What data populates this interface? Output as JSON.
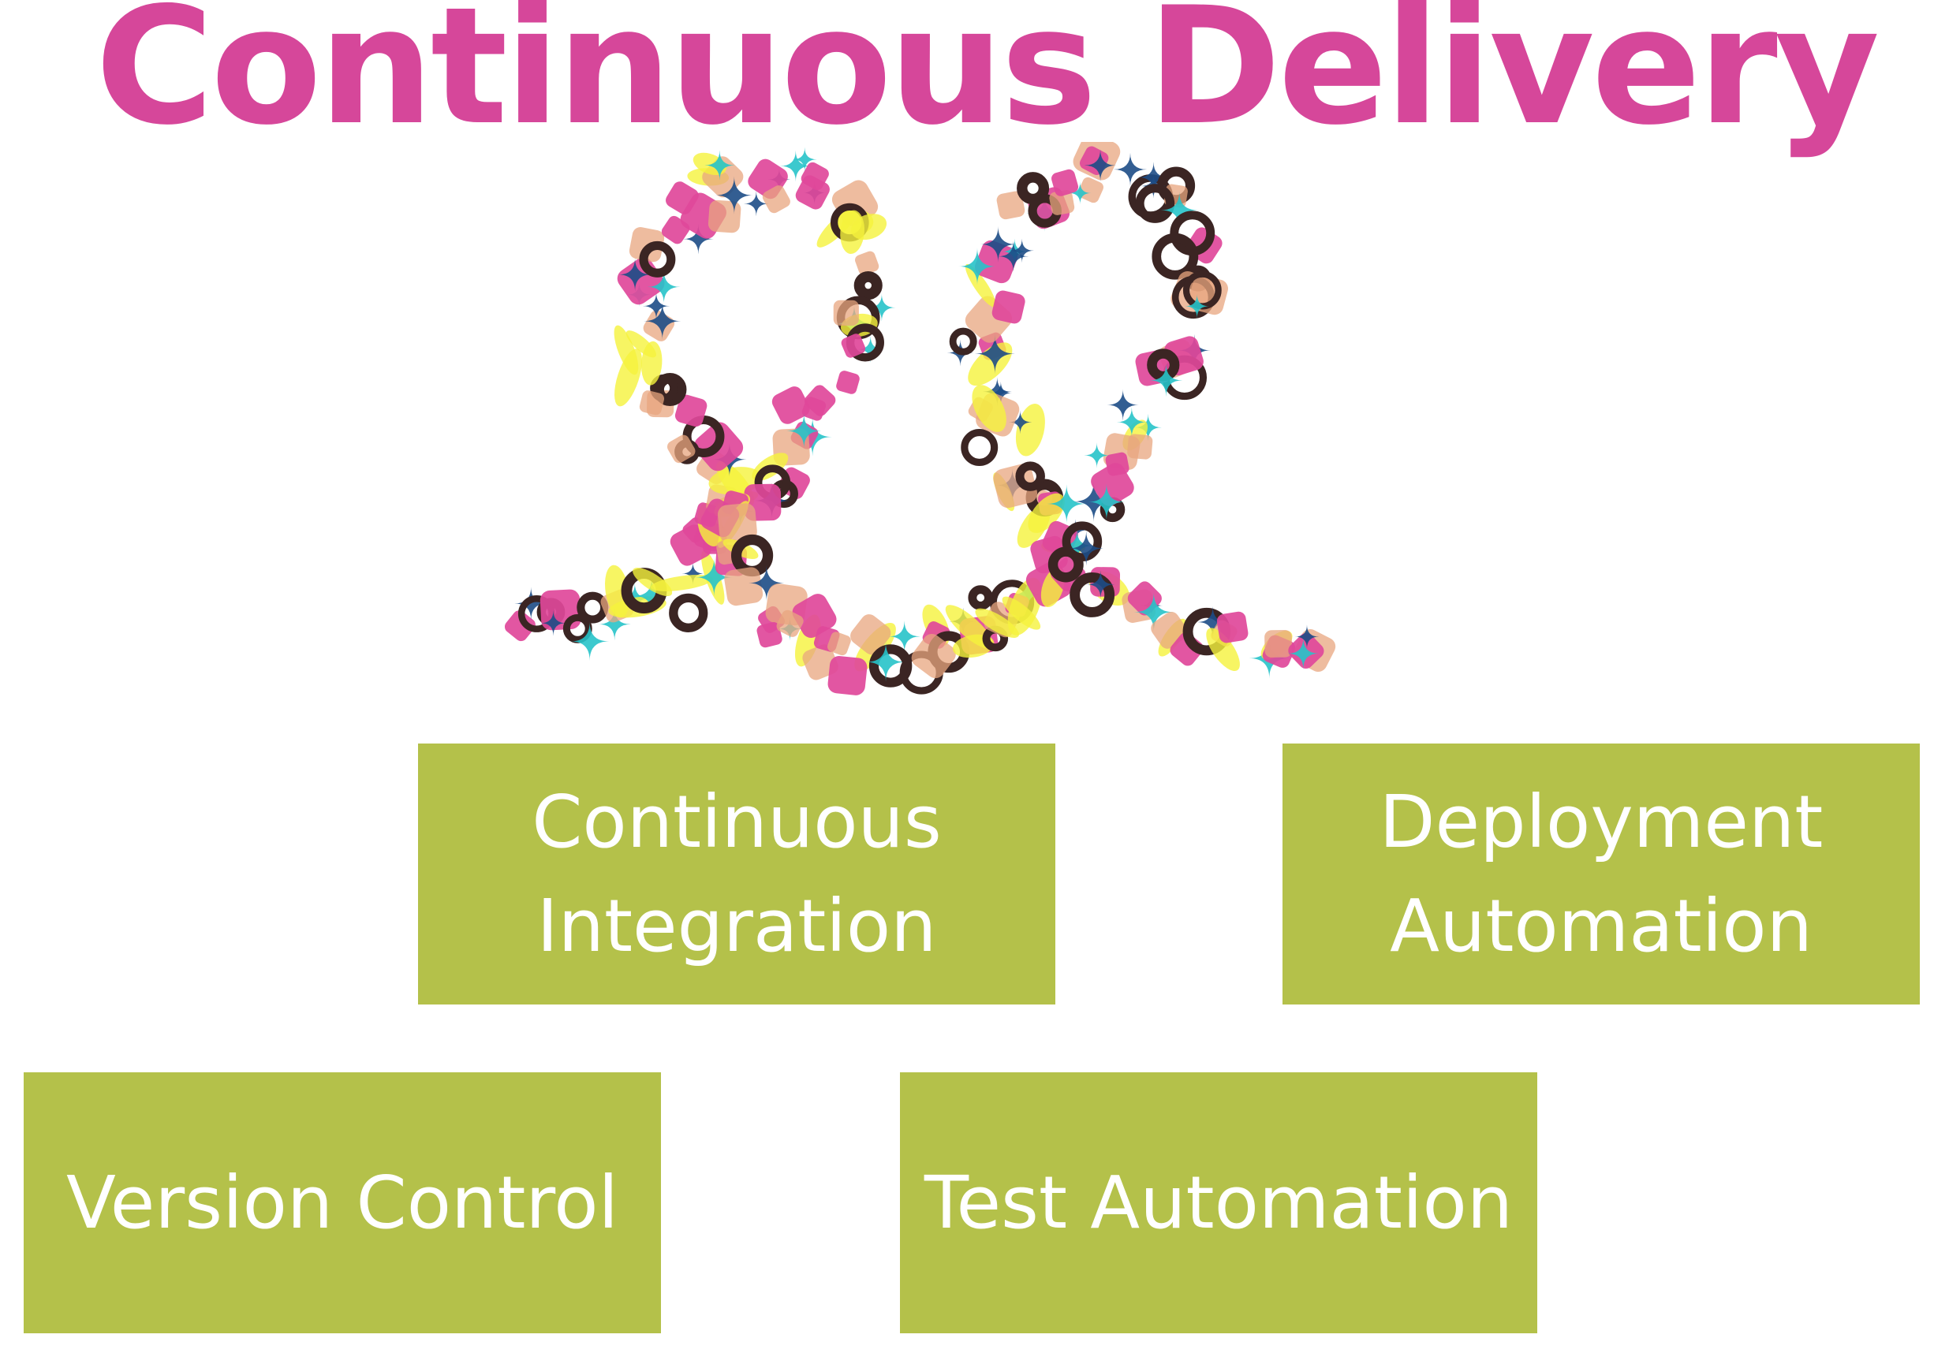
{
  "title": "Continuous Delivery",
  "colors": {
    "title": "#d6479a",
    "box": "#b4c14a",
    "box_text": "#ffffff",
    "confetti_pink": "#e0489a",
    "confetti_teal": "#27c3c9",
    "confetti_yellow": "#f5f23c",
    "confetti_peach": "#e8a57f",
    "confetti_brown": "#3b2523",
    "confetti_navy": "#1d4c86"
  },
  "logo": {
    "icon": "confetti-double-loop-icon"
  },
  "boxes": {
    "continuous_integration": "Continuous\nIntegration",
    "deployment_automation": "Deployment\nAutomation",
    "version_control": "Version Control",
    "test_automation": "Test Automation"
  }
}
